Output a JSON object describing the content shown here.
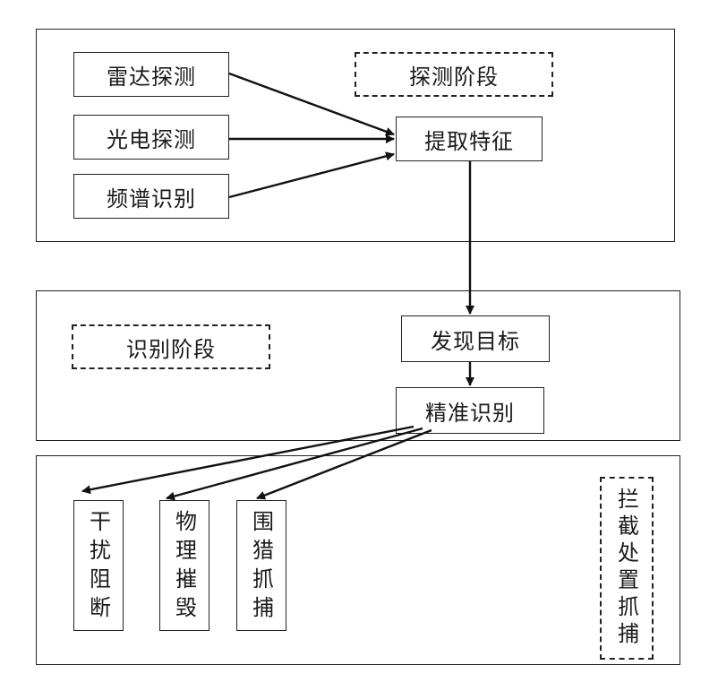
{
  "detection": {
    "stage_label": "探测阶段",
    "radar": "雷达探测",
    "optical": "光电探测",
    "spectrum": "频谱识别",
    "extract": "提取特征"
  },
  "identification": {
    "stage_label": "识别阶段",
    "discover": "发现目标",
    "precise": "精准识别"
  },
  "disposal": {
    "stage_label": "拦截处置抓捕",
    "jam": "干扰阻断",
    "destroy": "物理摧毁",
    "capture": "围猎抓捕"
  }
}
